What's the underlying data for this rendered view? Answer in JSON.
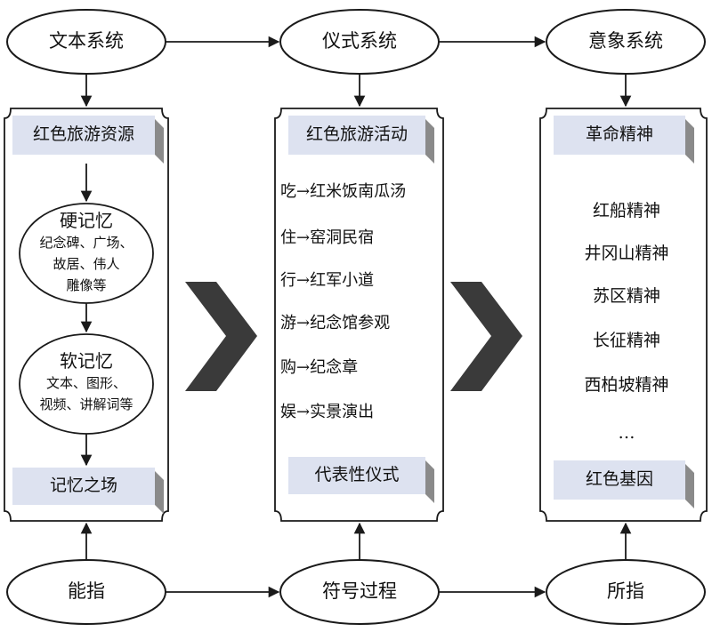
{
  "top": {
    "left": "文本系统",
    "middle": "仪式系统",
    "right": "意象系统"
  },
  "bottom": {
    "left": "能指",
    "middle": "符号过程",
    "right": "所指"
  },
  "col1": {
    "header": "红色旅游资源",
    "hard_memory": {
      "title": "硬记忆",
      "lines": [
        "纪念碑、广场、",
        "故居、伟人",
        "雕像等"
      ]
    },
    "soft_memory": {
      "title": "软记忆",
      "lines": [
        "文本、图形、",
        "视频、讲解词等"
      ]
    },
    "footer": "记忆之场"
  },
  "col2": {
    "header": "红色旅游活动",
    "items": [
      "吃→红米饭南瓜汤",
      "住→窑洞民宿",
      "行→红军小道",
      "游→纪念馆参观",
      "购→纪念章",
      "娱→实景演出"
    ],
    "footer": "代表性仪式"
  },
  "col3": {
    "header": "革命精神",
    "items": [
      "红船精神",
      "井冈山精神",
      "苏区精神",
      "长征精神",
      "西柏坡精神",
      "…"
    ],
    "footer": "红色基因"
  },
  "colors": {
    "label_fill": "#dde2f0",
    "label_shadow": "#8a8a8a",
    "chevron": "#3a3a3a",
    "stroke": "#1a1a1a"
  }
}
